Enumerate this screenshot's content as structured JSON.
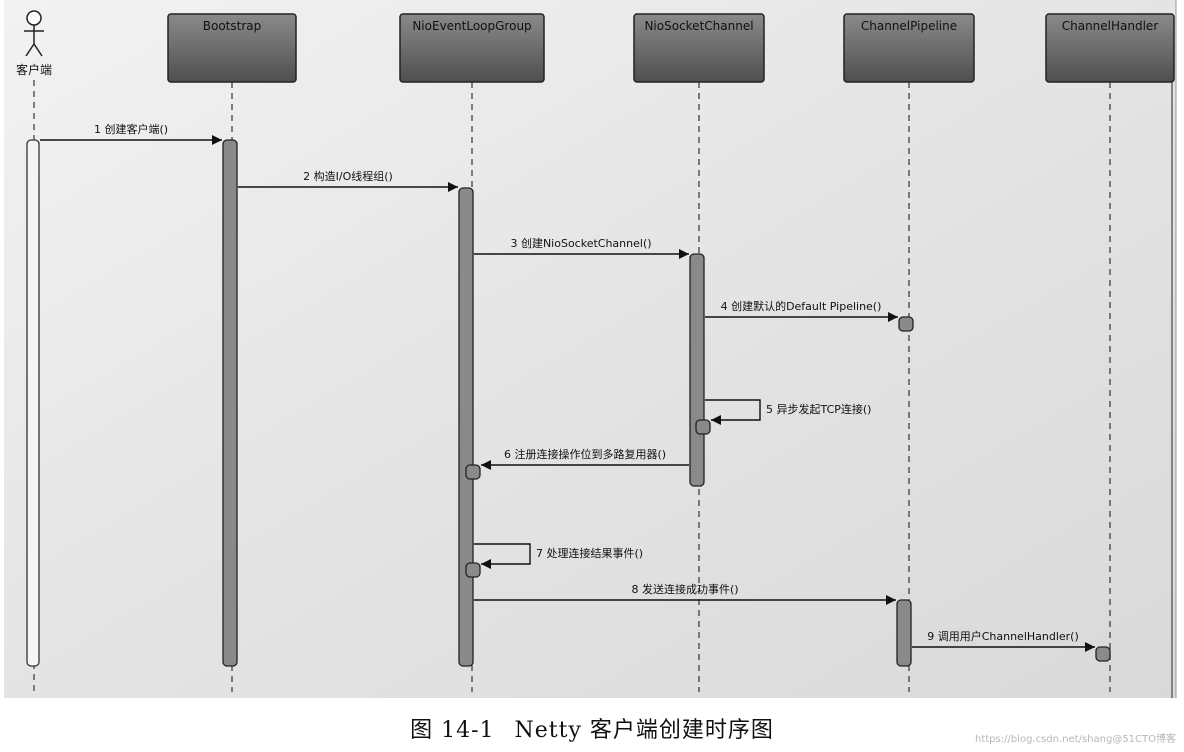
{
  "actor": {
    "label": "客户端"
  },
  "lifelines": [
    {
      "id": "client",
      "label": "客户端"
    },
    {
      "id": "bootstrap",
      "label": "Bootstrap"
    },
    {
      "id": "group",
      "label": "NioEventLoopGroup"
    },
    {
      "id": "channel",
      "label": "NioSocketChannel"
    },
    {
      "id": "pipeline",
      "label": "ChannelPipeline"
    },
    {
      "id": "handler",
      "label": "ChannelHandler"
    }
  ],
  "messages": [
    {
      "num": "1",
      "label": "1 创建客户端()",
      "from": "client",
      "to": "bootstrap"
    },
    {
      "num": "2",
      "label": "2 构造I/O线程组()",
      "from": "bootstrap",
      "to": "group"
    },
    {
      "num": "3",
      "label": "3 创建NioSocketChannel()",
      "from": "group",
      "to": "channel"
    },
    {
      "num": "4",
      "label": "4 创建默认的Default Pipeline()",
      "from": "channel",
      "to": "pipeline"
    },
    {
      "num": "5",
      "label": "5 异步发起TCP连接()",
      "from": "channel",
      "to": "channel"
    },
    {
      "num": "6",
      "label": "6 注册连接操作位到多路复用器()",
      "from": "channel",
      "to": "group"
    },
    {
      "num": "7",
      "label": "7 处理连接结果事件()",
      "from": "group",
      "to": "group"
    },
    {
      "num": "8",
      "label": "8 发送连接成功事件()",
      "from": "group",
      "to": "pipeline"
    },
    {
      "num": "9",
      "label": "9 调用用户ChannelHandler()",
      "from": "pipeline",
      "to": "handler"
    }
  ],
  "caption": {
    "fig": "图 14-1",
    "title": "Netty 客户端创建时序图"
  },
  "watermark": "https://blog.csdn.net/shang@51CTO博客",
  "colors": {
    "header_fill": "#6e6e6e",
    "activation_fill": "#8a8a8a",
    "client_activation_fill": "#f4f4f4",
    "line": "#222222",
    "background": "#e7e7e7"
  }
}
